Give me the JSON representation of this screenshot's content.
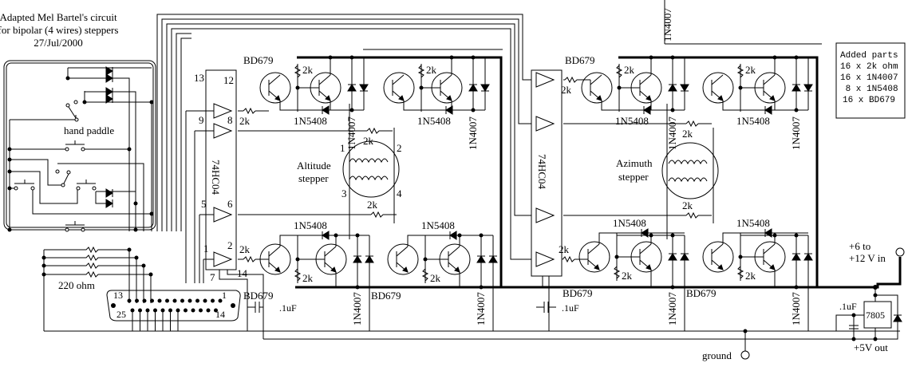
{
  "title": {
    "line1": "Adapted Mel Bartel's circuit",
    "line2": "for bipolar (4 wires) steppers",
    "date": "27/Jul/2000"
  },
  "parts_box": {
    "heading": "Added parts",
    "items": [
      "16 x 2k ohm",
      "16 x 1N4007",
      " 8 x 1N5408",
      "16 x BD679"
    ]
  },
  "hand_paddle": {
    "label": "hand paddle"
  },
  "resistor_bank": {
    "label": "220 ohm"
  },
  "db25": {
    "pin_top_left": "13",
    "pin_top_right": "1",
    "pin_bottom_left": "25",
    "pin_bottom_right": "14"
  },
  "ic_left": {
    "name": "74HC04",
    "pins": {
      "p13": "13",
      "p12": "12",
      "p9": "9",
      "p8": "8",
      "p5": "5",
      "p6": "6",
      "p1": "1",
      "p2": "2",
      "p7": "7",
      "p14": "14"
    }
  },
  "ic_right": {
    "name": "74HC04"
  },
  "components": {
    "transistor": "BD679",
    "resistor": "2k",
    "diode_power": "1N5408",
    "diode_flyback": "1N4007",
    "cap": ".1uF",
    "regulator": "7805"
  },
  "altitude_motor": {
    "label1": "Altitude",
    "label2": "stepper",
    "pin1": "1",
    "pin2": "2",
    "pin3": "3",
    "pin4": "4"
  },
  "azimuth_motor": {
    "label1": "Azimuth",
    "label2": "stepper"
  },
  "power": {
    "vin_line1": "+6 to",
    "vin_line2": "+12 V in",
    "vout": "+5V out",
    "ground": "ground"
  }
}
